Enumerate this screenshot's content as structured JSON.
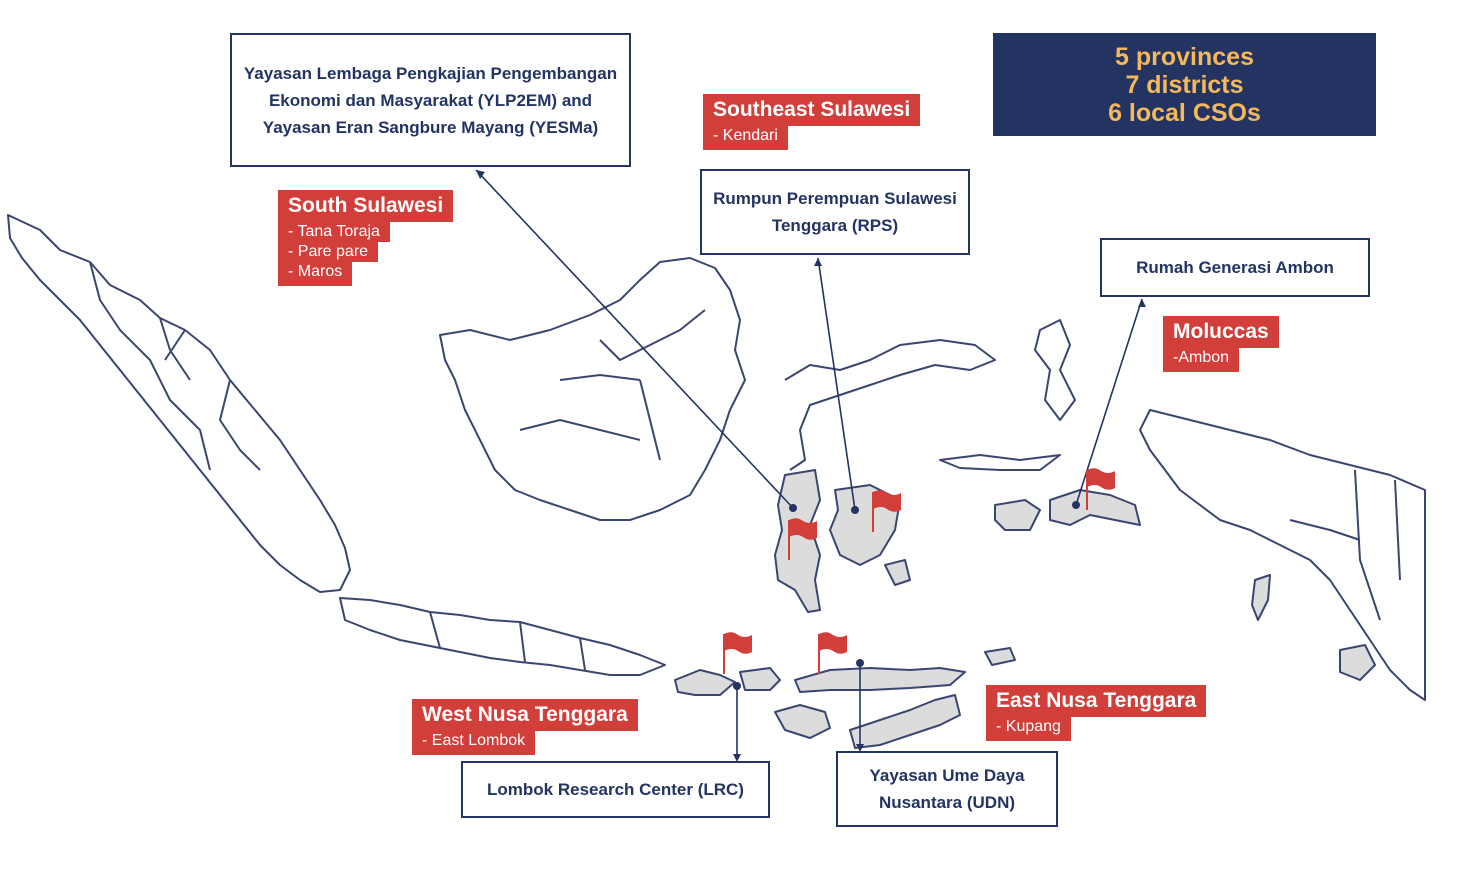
{
  "summary": {
    "line1": "5 provinces",
    "line2": "7 districts",
    "line3": "6 local CSOs"
  },
  "organizations": {
    "ylp2em": "Yayasan Lembaga Pengkajian Pengembangan Ekonomi dan Masyarakat (YLP2EM) and Yayasan Eran Sangbure Mayang (YESMa)",
    "rps": "Rumpun Perempuan Sulawesi Tenggara (RPS)",
    "ambon": "Rumah Generasi Ambon",
    "lrc": "Lombok Research Center (LRC)",
    "udn": "Yayasan Ume Daya Nusantara (UDN)"
  },
  "regions": {
    "south_sulawesi": {
      "title": "South Sulawesi",
      "districts": [
        "- Tana Toraja",
        "- Pare pare",
        "- Maros"
      ]
    },
    "southeast_sulawesi": {
      "title": "Southeast Sulawesi",
      "districts": [
        "- Kendari"
      ]
    },
    "moluccas": {
      "title": "Moluccas",
      "districts": [
        "-Ambon"
      ]
    },
    "west_nusa_tenggara": {
      "title": "West Nusa Tenggara",
      "districts": [
        "- East Lombok"
      ]
    },
    "east_nusa_tenggara": {
      "title": "East Nusa Tenggara",
      "districts": [
        "- Kupang"
      ]
    }
  },
  "colors": {
    "navy": "#233463",
    "red": "#d23f3b",
    "summary_text": "#f5b85a",
    "highlight_fill": "#dcdcdc",
    "outline": "#3a4670"
  }
}
